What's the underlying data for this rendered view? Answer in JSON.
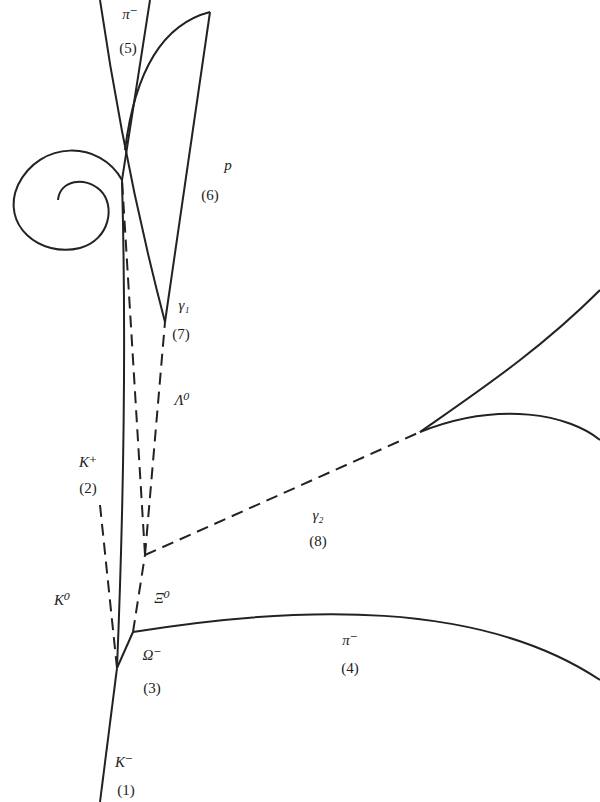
{
  "diagram": {
    "labels": [
      "π⁻",
      "(5)",
      "p",
      "(6)",
      "γ₁",
      "(7)",
      "Λ⁰",
      "K⁺",
      "(2)",
      "γ₂",
      "(8)",
      "Ξ⁰",
      "K⁰",
      "Ω⁻",
      "(3)",
      "π⁻",
      "(4)",
      "K⁻",
      "(1)"
    ]
  }
}
